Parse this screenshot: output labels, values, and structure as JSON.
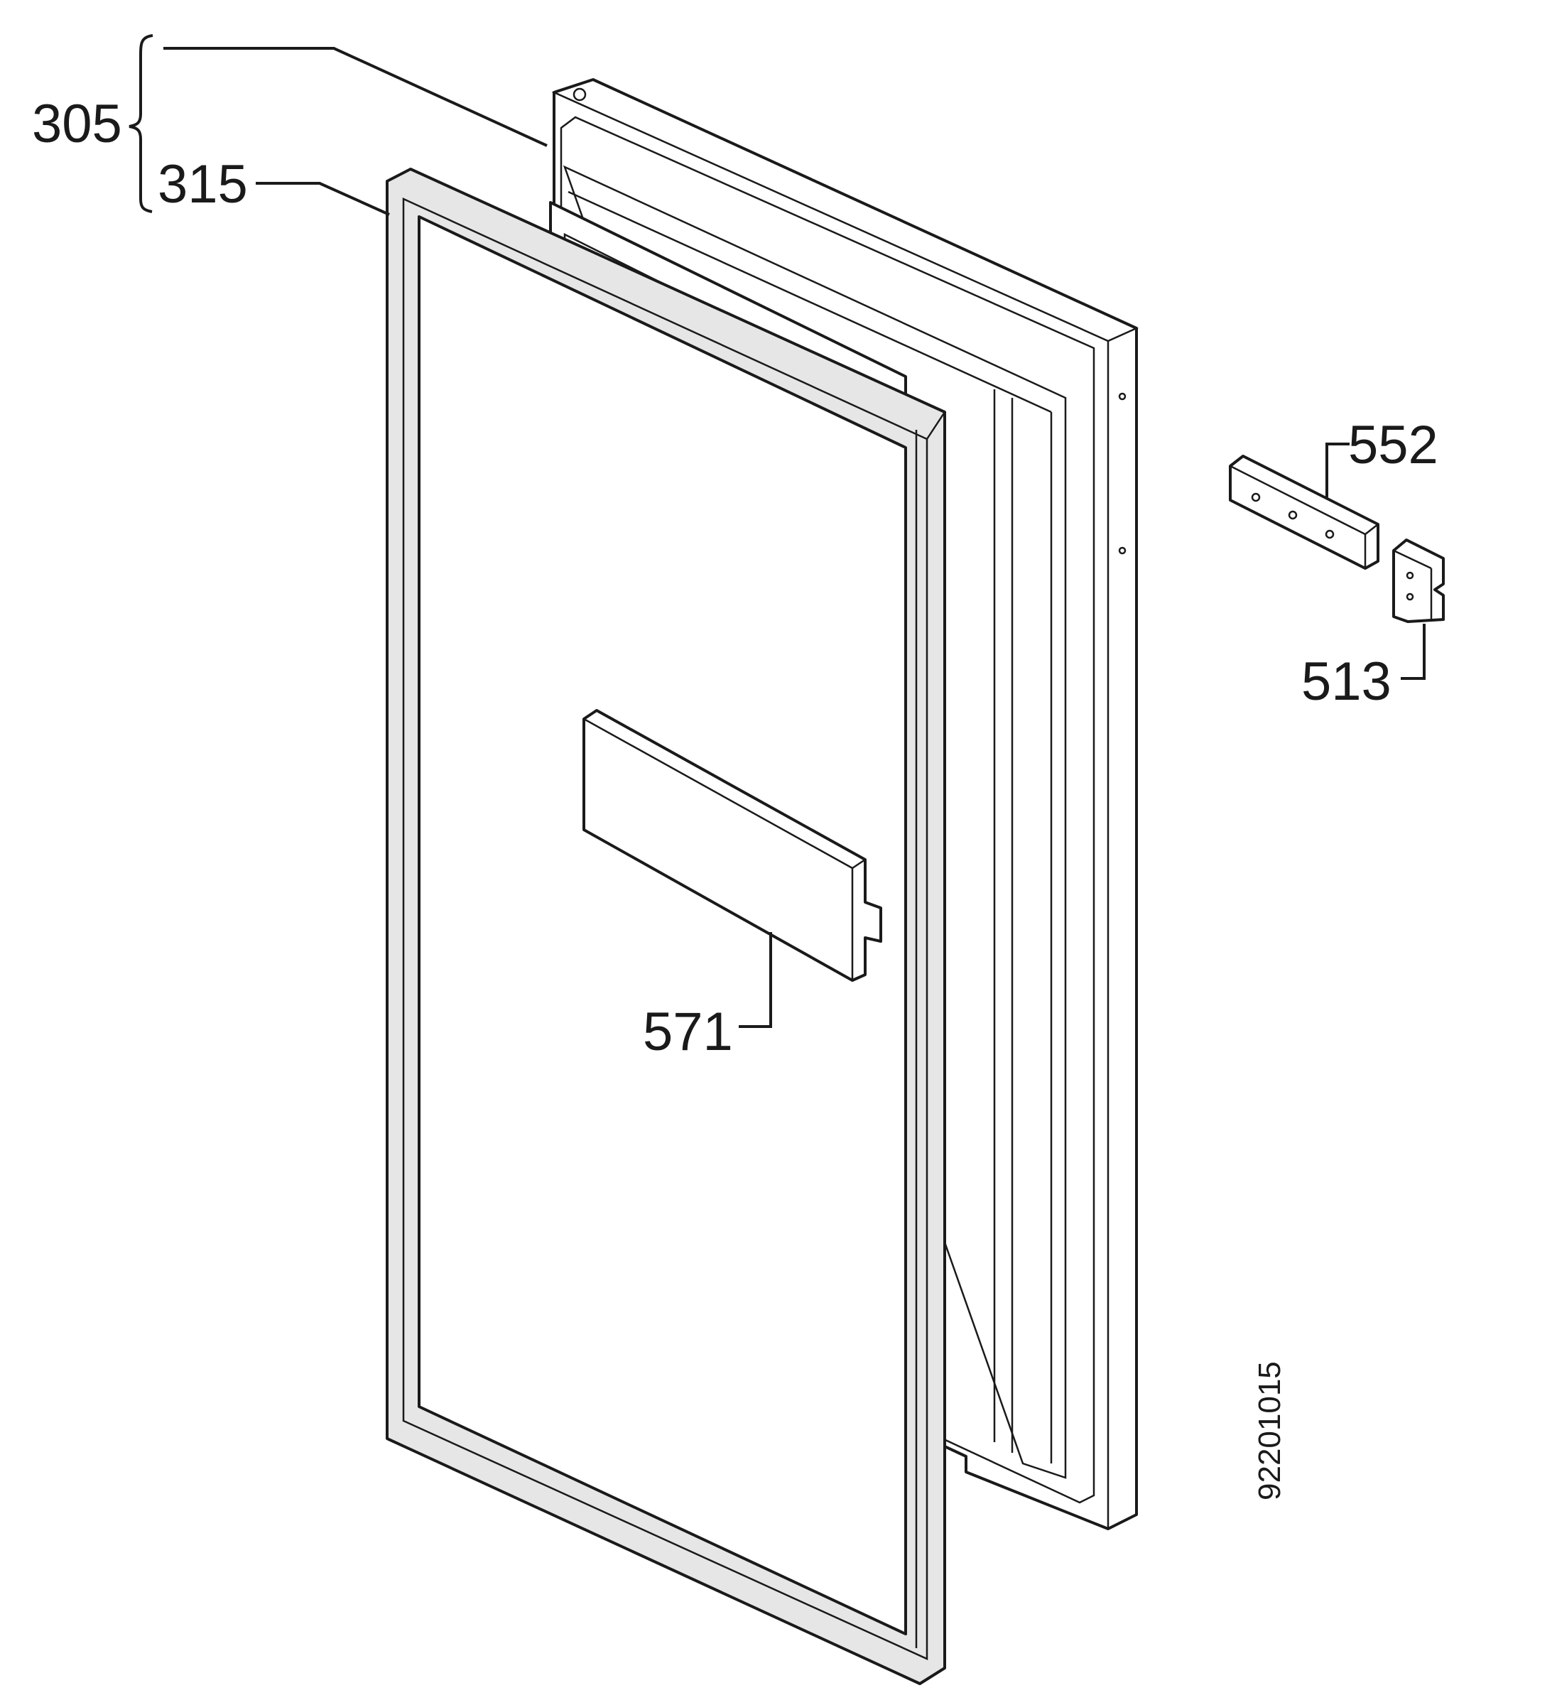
{
  "labels": {
    "door_assembly": "305",
    "gasket": "315",
    "hinge_plate": "552",
    "hinge_bracket": "513",
    "handle": "571"
  },
  "diagram_code": "92201015"
}
